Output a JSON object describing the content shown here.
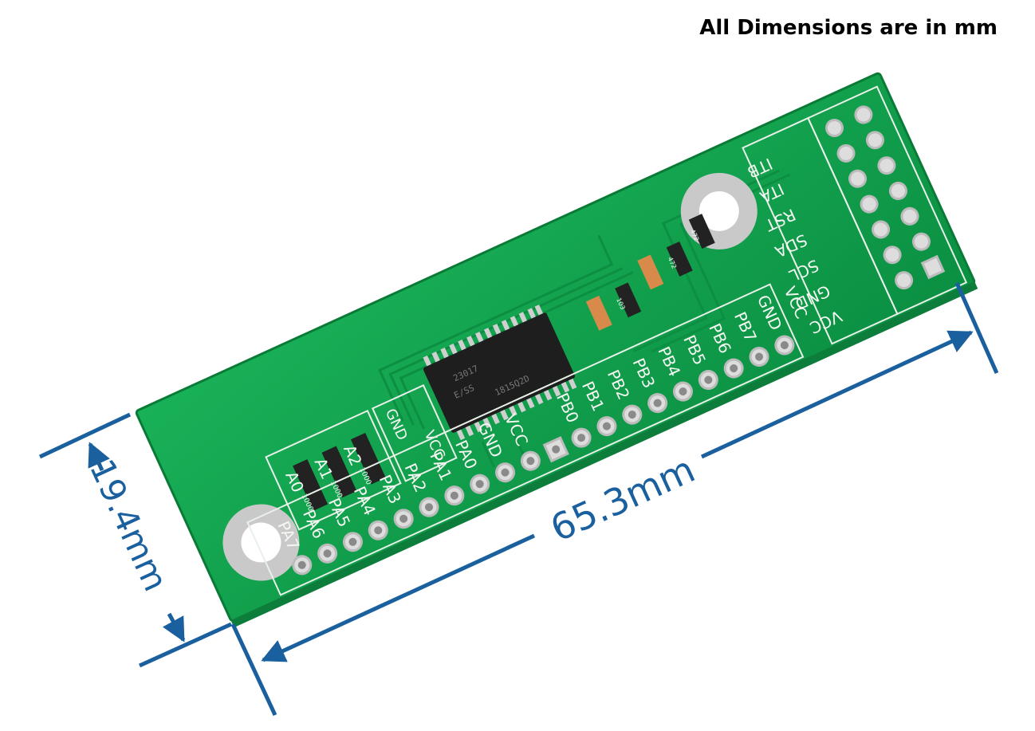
{
  "header": {
    "text": "All Dimensions are in mm"
  },
  "dimensions": {
    "length": "65.3mm",
    "width": "19.4mm",
    "color": "#1a5f9e"
  },
  "board": {
    "color": "#0fa04c",
    "chip_markings": [
      "23017",
      "E/SS",
      "1815Q2D"
    ],
    "resistor_codes": [
      "1000",
      "1000",
      "1000",
      "103",
      "472",
      "472"
    ],
    "pins_bottom": [
      "PA7",
      "PA6",
      "PA5",
      "PA4",
      "PA3",
      "PA2",
      "PA1",
      "PA0",
      "GND",
      "VCC",
      "PB0",
      "PB1",
      "PB2",
      "PB3",
      "PB4",
      "PB5",
      "PB6",
      "PB7",
      "GND",
      "VCC"
    ],
    "pins_right": [
      "VCC",
      "GND",
      "SCL",
      "SDA",
      "RST",
      "ITA",
      "ITB"
    ],
    "address_labels": [
      "A0",
      "A1",
      "A2"
    ],
    "power_labels": [
      "GND",
      "VCC"
    ]
  }
}
